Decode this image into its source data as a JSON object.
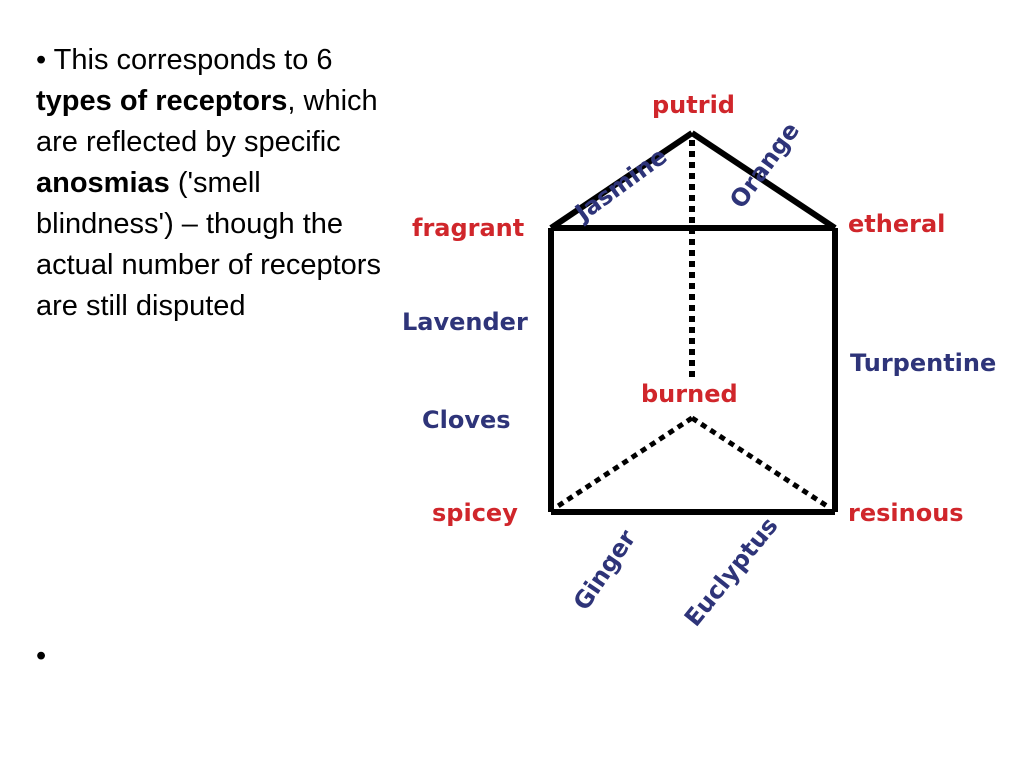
{
  "slide": {
    "text": {
      "pre1": "• This corresponds to 6 ",
      "bold1": "types of receptors",
      "mid1": ", which are reflected by specific ",
      "bold2": "anosmias",
      "post1": " ('smell blindness') – though the actual number of receptors are still disputed"
    },
    "empty_bullet": "•"
  },
  "diagram": {
    "colors": {
      "category": "#d0262b",
      "example": "#2e3479",
      "line": "#000000"
    },
    "vertices": {
      "putrid": "putrid",
      "fragrant": "fragrant",
      "etheral": "etheral",
      "burned": "burned",
      "spicey": "spicey",
      "resinous": "resinous"
    },
    "examples": {
      "jasmine": "Jasmine",
      "orange": "Orange",
      "lavender": "Lavender",
      "turpentine": "Turpentine",
      "cloves": "Cloves",
      "ginger": "Ginger",
      "euclyptus": "Euclyptus"
    }
  }
}
